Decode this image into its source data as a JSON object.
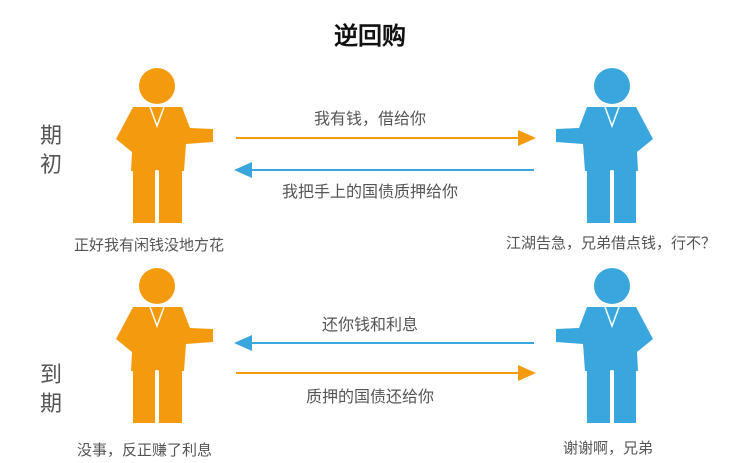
{
  "title": "逆回购",
  "colors": {
    "lender": "#F39A0E",
    "borrower": "#3AA6DE"
  },
  "phases": [
    {
      "label_chars": [
        "期",
        "初"
      ],
      "top_arrow": {
        "text": "我有钱，借给你",
        "direction": "right",
        "color": "lender"
      },
      "bottom_arrow": {
        "text": "我把手上的国债质押给你",
        "direction": "left",
        "color": "borrower"
      },
      "lender_caption": "正好我有闲钱没地方花",
      "borrower_caption": "江湖告急，兄弟借点钱，行不？"
    },
    {
      "label_chars": [
        "到",
        "期"
      ],
      "top_arrow": {
        "text": "还你钱和利息",
        "direction": "left",
        "color": "borrower"
      },
      "bottom_arrow": {
        "text": "质押的国债还给你",
        "direction": "right",
        "color": "lender"
      },
      "lender_caption": "没事，反正赚了利息",
      "borrower_caption": "谢谢啊，兄弟"
    }
  ]
}
